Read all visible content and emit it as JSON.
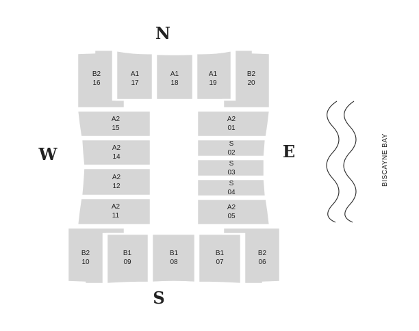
{
  "compass": {
    "north": "N",
    "south": "S",
    "east": "E",
    "west": "W"
  },
  "bay_label": "BISCAYNE BAY",
  "units": [
    {
      "id": "16",
      "type": "B2"
    },
    {
      "id": "17",
      "type": "A1"
    },
    {
      "id": "18",
      "type": "A1"
    },
    {
      "id": "19",
      "type": "A1"
    },
    {
      "id": "20",
      "type": "B2"
    },
    {
      "id": "15",
      "type": "A2"
    },
    {
      "id": "14",
      "type": "A2"
    },
    {
      "id": "12",
      "type": "A2"
    },
    {
      "id": "11",
      "type": "A2"
    },
    {
      "id": "01",
      "type": "A2"
    },
    {
      "id": "02",
      "type": "S"
    },
    {
      "id": "03",
      "type": "S"
    },
    {
      "id": "04",
      "type": "S"
    },
    {
      "id": "05",
      "type": "A2"
    },
    {
      "id": "10",
      "type": "B2"
    },
    {
      "id": "09",
      "type": "B1"
    },
    {
      "id": "08",
      "type": "B1"
    },
    {
      "id": "07",
      "type": "B1"
    },
    {
      "id": "06",
      "type": "B2"
    }
  ],
  "colors": {
    "unit_fill": "#d6d6d6",
    "text": "#222222",
    "background": "#ffffff"
  }
}
